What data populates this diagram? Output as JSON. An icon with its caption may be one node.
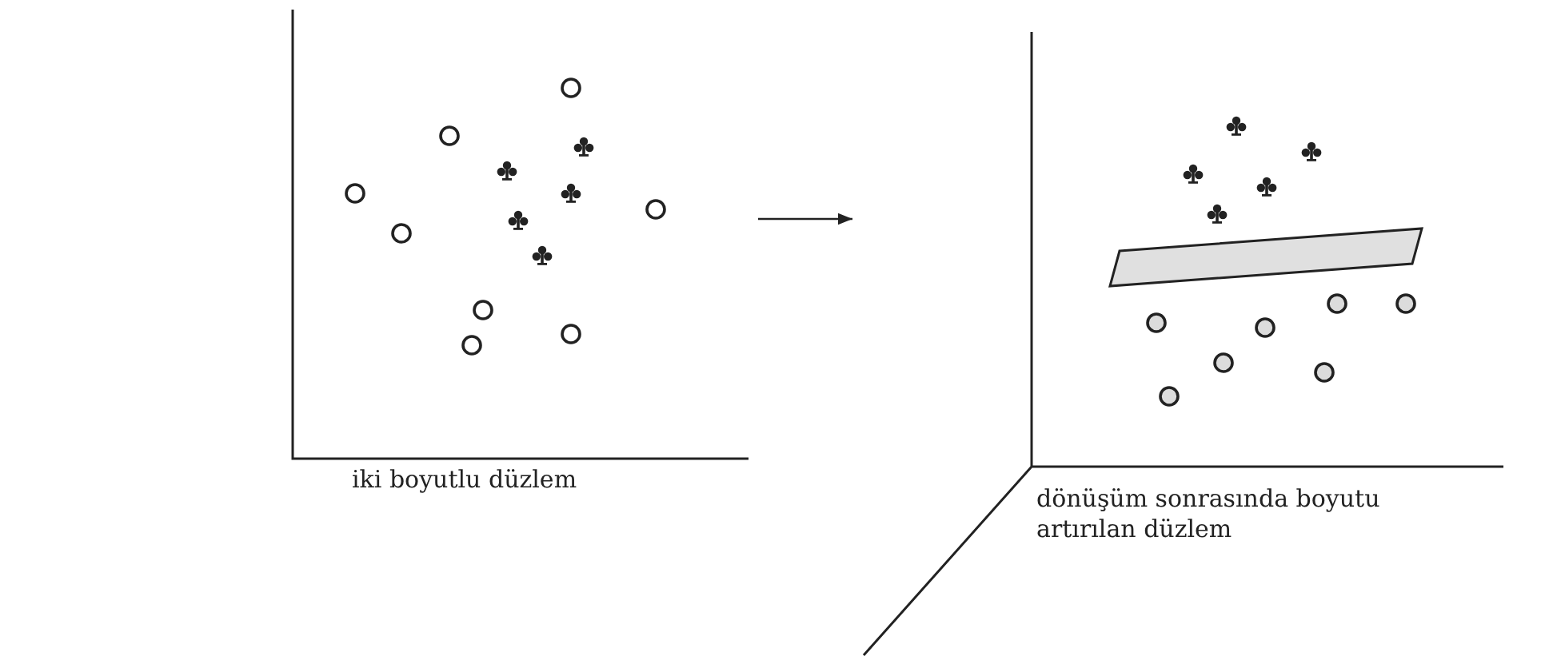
{
  "diagram": {
    "nodes": [
      {
        "text": [
          "iki boyutlu düzlem"
        ]
      },
      {
        "text": [
          "dönüşüm sonrasında boyutu artırılan düzlem"
        ]
      }
    ],
    "edges": [
      {
        "from": 0,
        "to": 1,
        "arrow": "to"
      }
    ]
  }
}
